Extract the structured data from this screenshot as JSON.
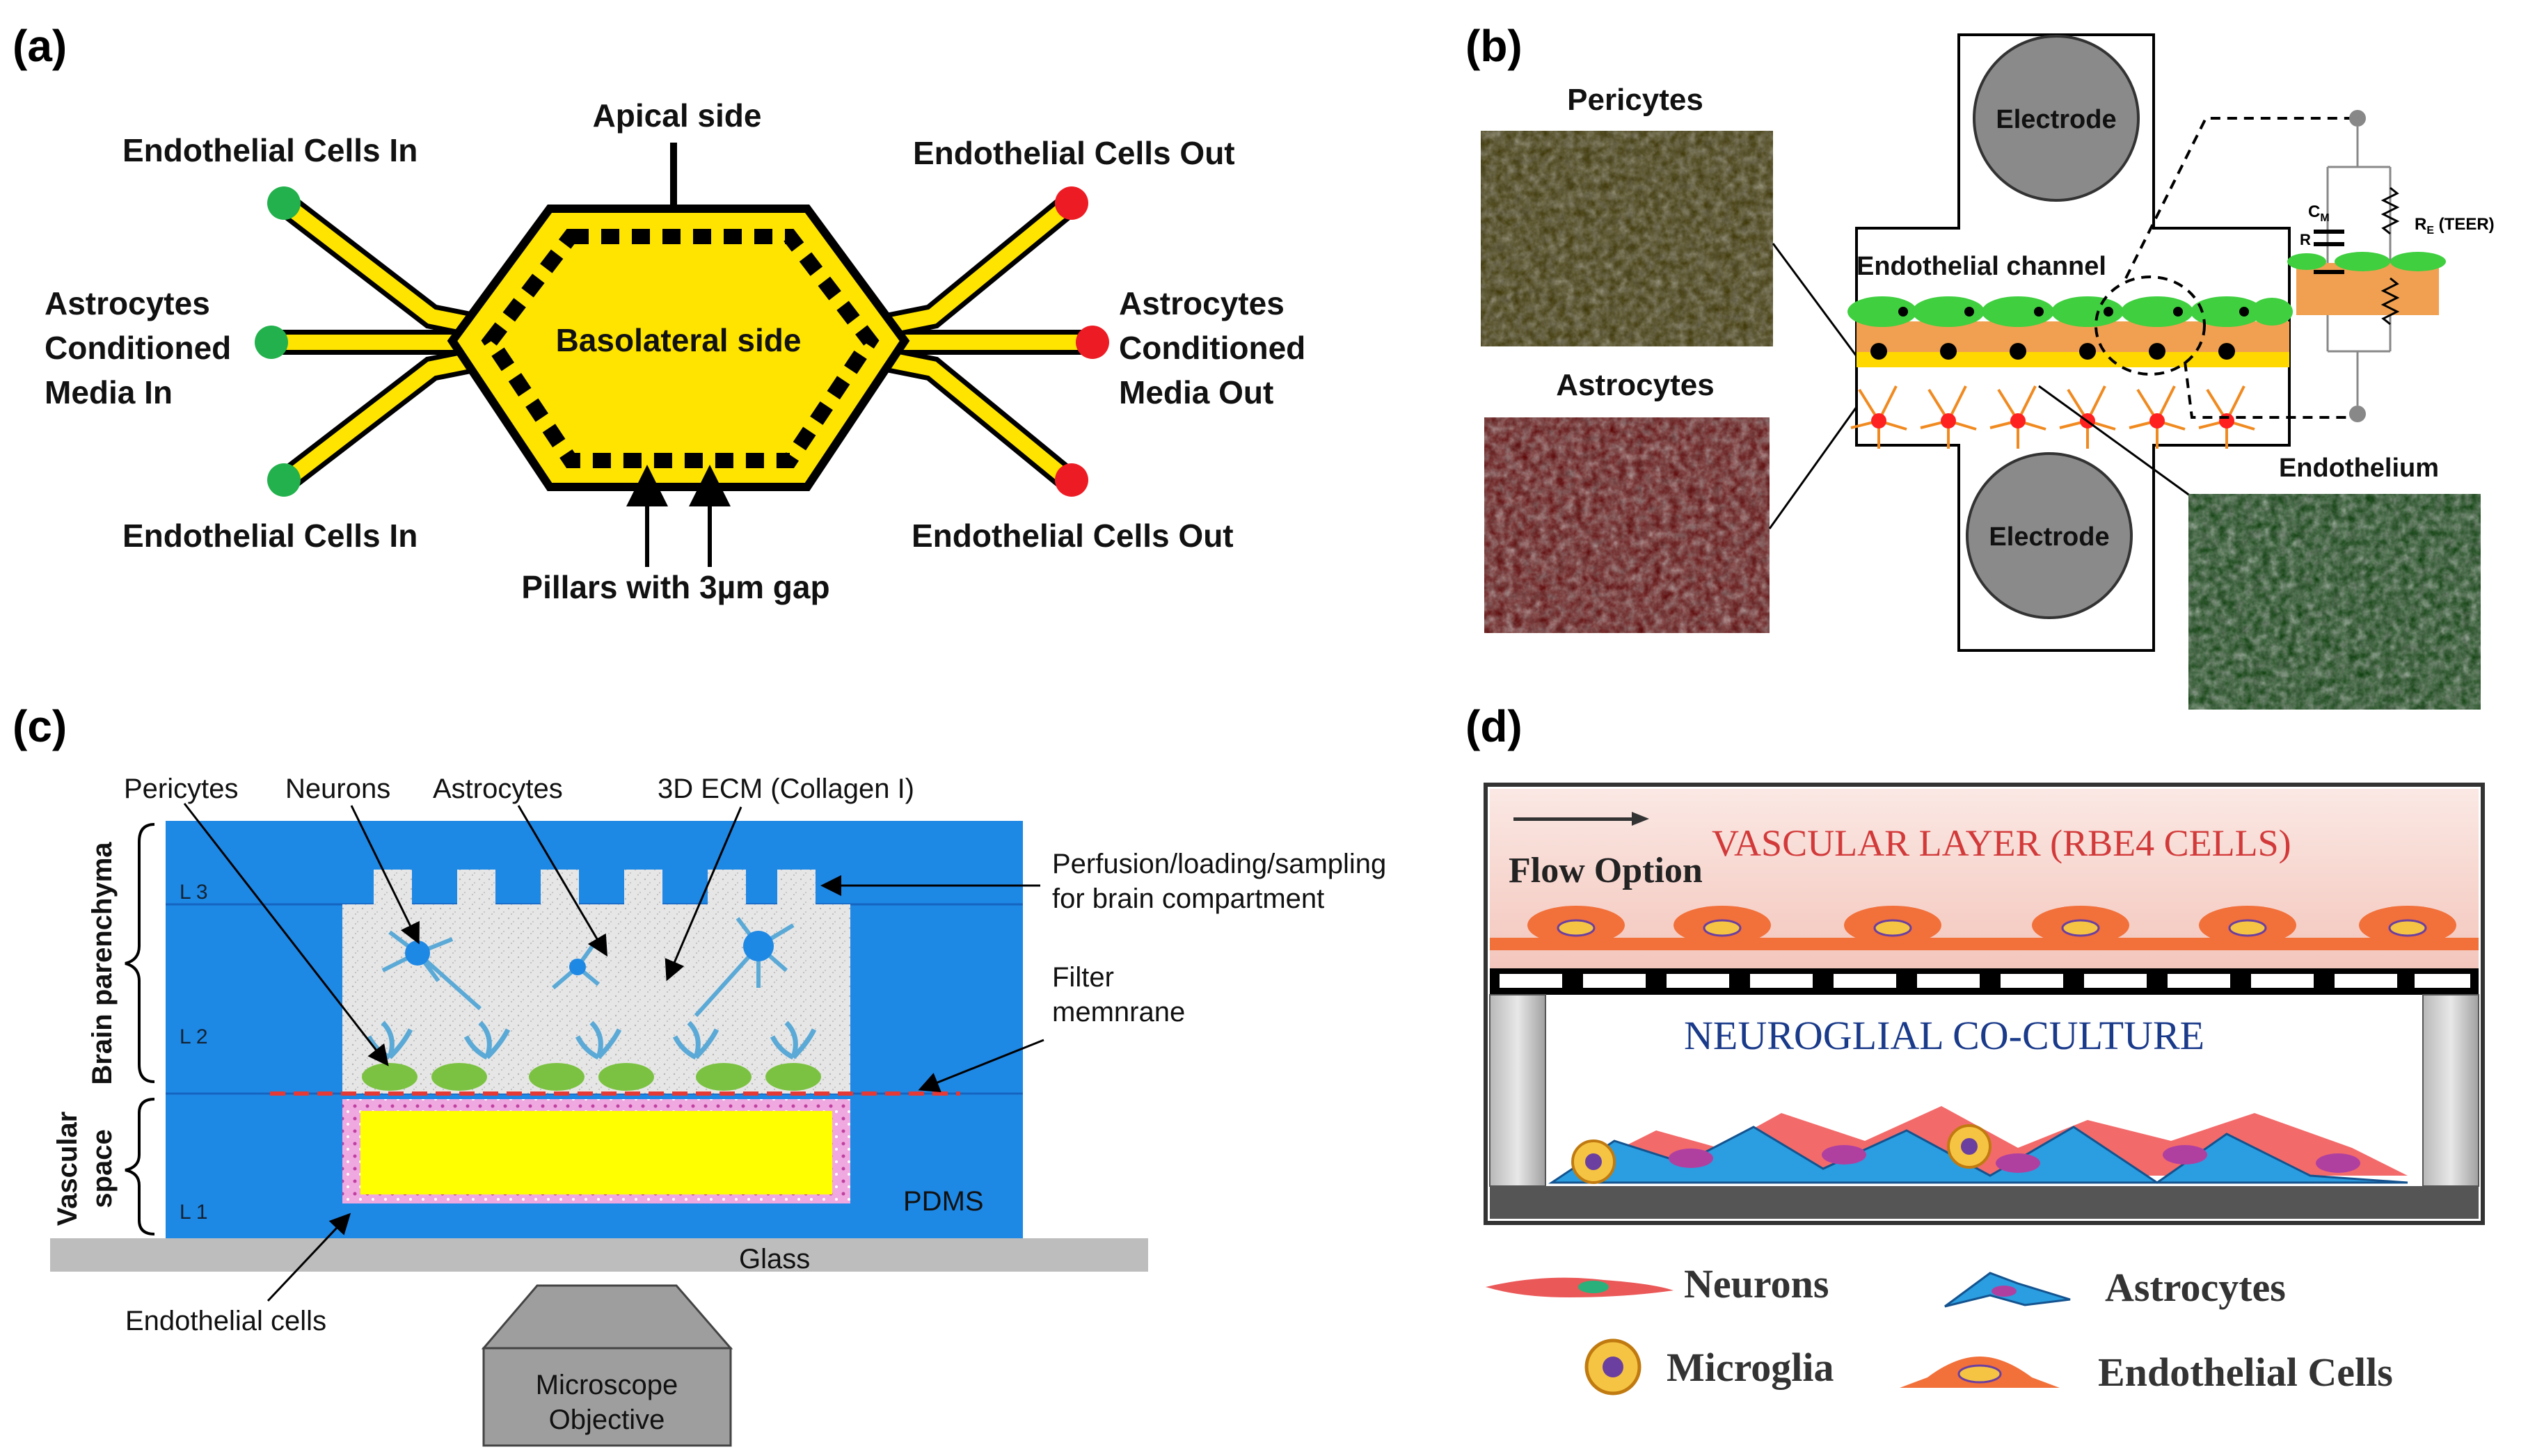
{
  "panels": {
    "a": {
      "letter": "(a)",
      "labels": {
        "apical_side": "Apical side",
        "basolateral_side": "Basolateral side",
        "endo_in_top": "Endothelial Cells In",
        "endo_in_bottom": "Endothelial Cells In",
        "endo_out_top": "Endothelial Cells Out",
        "endo_out_bottom": "Endothelial Cells Out",
        "astro_in_1": "Astrocytes",
        "astro_in_2": "Conditioned",
        "astro_in_3": "Media In",
        "astro_out_1": "Astrocytes",
        "astro_out_2": "Conditioned",
        "astro_out_3": "Media Out",
        "pillars": "Pillars with 3µm gap"
      },
      "colors": {
        "channel": "#ffe400",
        "inlet": "#22b14c",
        "outlet": "#ed1c24",
        "pillar": "#000000"
      }
    },
    "b": {
      "letter": "(b)",
      "labels": {
        "pericytes": "Pericytes",
        "astrocytes": "Astrocytes",
        "electrode_top": "Electrode",
        "electrode_bottom": "Electrode",
        "endothelial_channel": "Endothelial channel",
        "endothelium": "Endothelium",
        "cm": "C",
        "cm_sub": "M",
        "re": "R",
        "re_sub": "E",
        "re_teer": " (TEER)",
        "r": "R"
      },
      "colors": {
        "electrode": "#8a8a8a",
        "endothelium": "#3fcf3f",
        "membrane": "#f0a050",
        "astro": "#ff3030"
      }
    },
    "c": {
      "letter": "(c)",
      "labels": {
        "pericytes": "Pericytes",
        "neurons": "Neurons",
        "astrocytes": "Astrocytes",
        "ecm": "3D ECM (Collagen I)",
        "perfusion_1": "Perfusion/loading/sampling",
        "perfusion_2": "for brain compartment",
        "filter_1": "Filter",
        "filter_2": "memnrane",
        "brain_parenchyma": "Brain parenchyma",
        "vascular_1": "Vascular",
        "vascular_2": "space",
        "l3": "L 3",
        "l2": "L 2",
        "l1": "L 1",
        "pdms": "PDMS",
        "glass": "Glass",
        "endothelial_cells": "Endothelial cells",
        "microscope_1": "Microscope",
        "microscope_2": "Objective"
      },
      "colors": {
        "pdms": "#1e88e5",
        "glass": "#bdbdbd",
        "vascular": "#ffff00",
        "objective": "#9e9e9e"
      }
    },
    "d": {
      "letter": "(d)",
      "labels": {
        "flow_option": "Flow Option",
        "vascular_layer": "VASCULAR LAYER (RBE4 CELLS)",
        "neuroglial": "NEUROGLIAL CO-CULTURE",
        "legend_neurons": "Neurons",
        "legend_astrocytes": "Astrocytes",
        "legend_microglia": "Microglia",
        "legend_endothelial": "Endothelial Cells"
      },
      "colors": {
        "vascular_text": "#d23a3a",
        "neuroglial_text": "#1a3a8a",
        "astro": "#2a9ee0",
        "endo": "#f2703a",
        "neuron": "#e83b3b"
      }
    }
  }
}
